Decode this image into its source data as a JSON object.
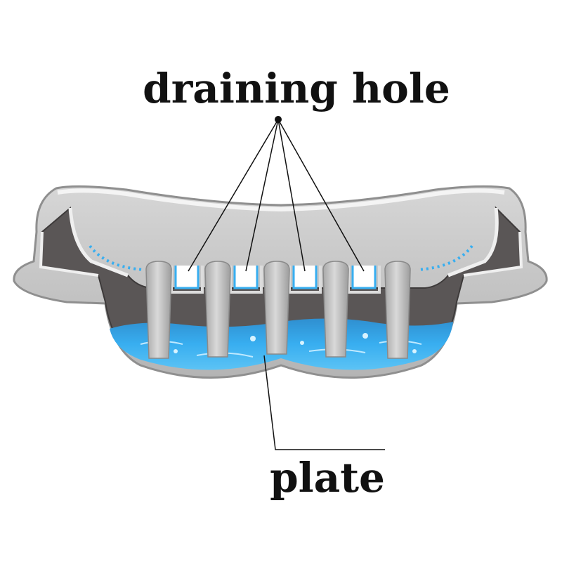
{
  "labels": {
    "draining_hole": "draining hole",
    "plate": "plate"
  },
  "colors": {
    "background": "#ffffff",
    "shell": "#c9c9c9",
    "shell_outline": "#8f8f8f",
    "rim_highlight": "#f2f2f2",
    "cavity": "#5a5656",
    "water": "#33a9e6",
    "water_light": "#7fd0f5",
    "peg": "#bdbdbd",
    "leader_line": "#111111"
  },
  "icons": [
    "soap-dish-cross-section"
  ]
}
